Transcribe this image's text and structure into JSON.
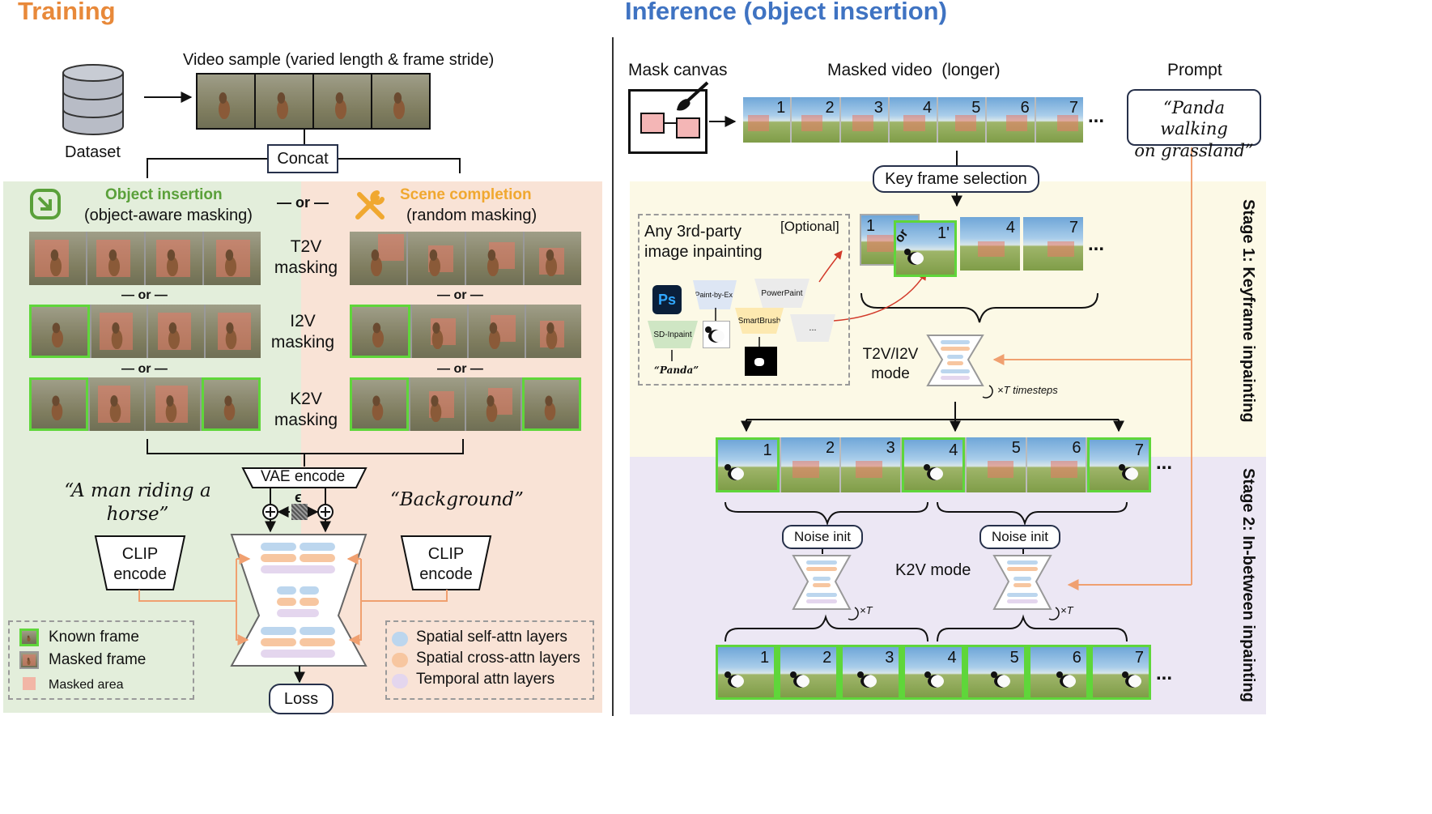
{
  "training": {
    "title": "Training",
    "video_sample_label": "Video sample (varied length & frame stride)",
    "dataset_label": "Dataset",
    "concat_label": "Concat",
    "or_center": "— or —",
    "object_insertion": {
      "title": "Object insertion",
      "subtitle": "(object-aware masking)"
    },
    "scene_completion": {
      "title": "Scene completion",
      "subtitle": "(random masking)"
    },
    "masking_rows": [
      {
        "label_line1": "T2V",
        "label_line2": "masking"
      },
      {
        "label_line1": "I2V",
        "label_line2": "masking"
      },
      {
        "label_line1": "K2V",
        "label_line2": "masking"
      }
    ],
    "or_small": "— or —",
    "vae_encode": "VAE encode",
    "epsilon": "ϵ",
    "prompt_left": "“A man riding a horse”",
    "prompt_right": "“Background”",
    "clip_line1": "CLIP",
    "clip_line2": "encode",
    "loss": "Loss",
    "legend_left": {
      "known_frame": "Known frame",
      "masked_frame": "Masked frame",
      "masked_area": "Masked area"
    },
    "legend_right": {
      "self_attn": "Spatial self-attn layers",
      "cross_attn": "Spatial cross-attn layers",
      "temporal_attn": "Temporal attn layers"
    }
  },
  "inference": {
    "title": "Inference (object insertion)",
    "mask_canvas": "Mask canvas",
    "masked_video": "Masked video  (longer)",
    "prompt_label": "Prompt",
    "prompt_text_line1": "“Panda walking",
    "prompt_text_line2": "on grassland”",
    "frame_numbers": [
      "1",
      "2",
      "3",
      "4",
      "5",
      "6",
      "7"
    ],
    "ellipsis": "...",
    "key_frame_selection": "Key frame selection",
    "third_party_line1": "Any 3rd-party",
    "third_party_line2": "image inpainting",
    "optional": "[Optional]",
    "tools": {
      "ps": "Ps",
      "paint_by_ex": "Paint-by-Ex.",
      "powerpaint": "PowerPaint",
      "sd_inpaint": "SD-Inpaint",
      "smartbrush": "SmartBrush",
      "more": "...",
      "panda_prompt": "“Panda”"
    },
    "keyframes_top": [
      "1",
      "1'",
      "4",
      "7"
    ],
    "or_diag": "or",
    "mode_t2v_line1": "T2V/I2V",
    "mode_t2v_line2": "mode",
    "timesteps": "×T timesteps",
    "stage1": "Stage 1: Keyframe inpainting",
    "stage2": "Stage 2: In-between inpainting",
    "noise_init": "Noise init",
    "k2v_mode": "K2V mode",
    "xT": "×T"
  },
  "colors": {
    "training_title": "#e8893a",
    "inference_title": "#3f73c2",
    "object_title": "#5aa03a",
    "scene_title": "#f0a830",
    "green_bg": "#e3eedb",
    "peach_bg": "#f9e3d6",
    "yellow_bg": "#fcf9e6",
    "purple_bg": "#ece7f4",
    "known_border": "#5fd63a",
    "mask_red": "#e87864",
    "arrow_orange": "#f0a070",
    "red_arrow": "#d23a2a"
  }
}
